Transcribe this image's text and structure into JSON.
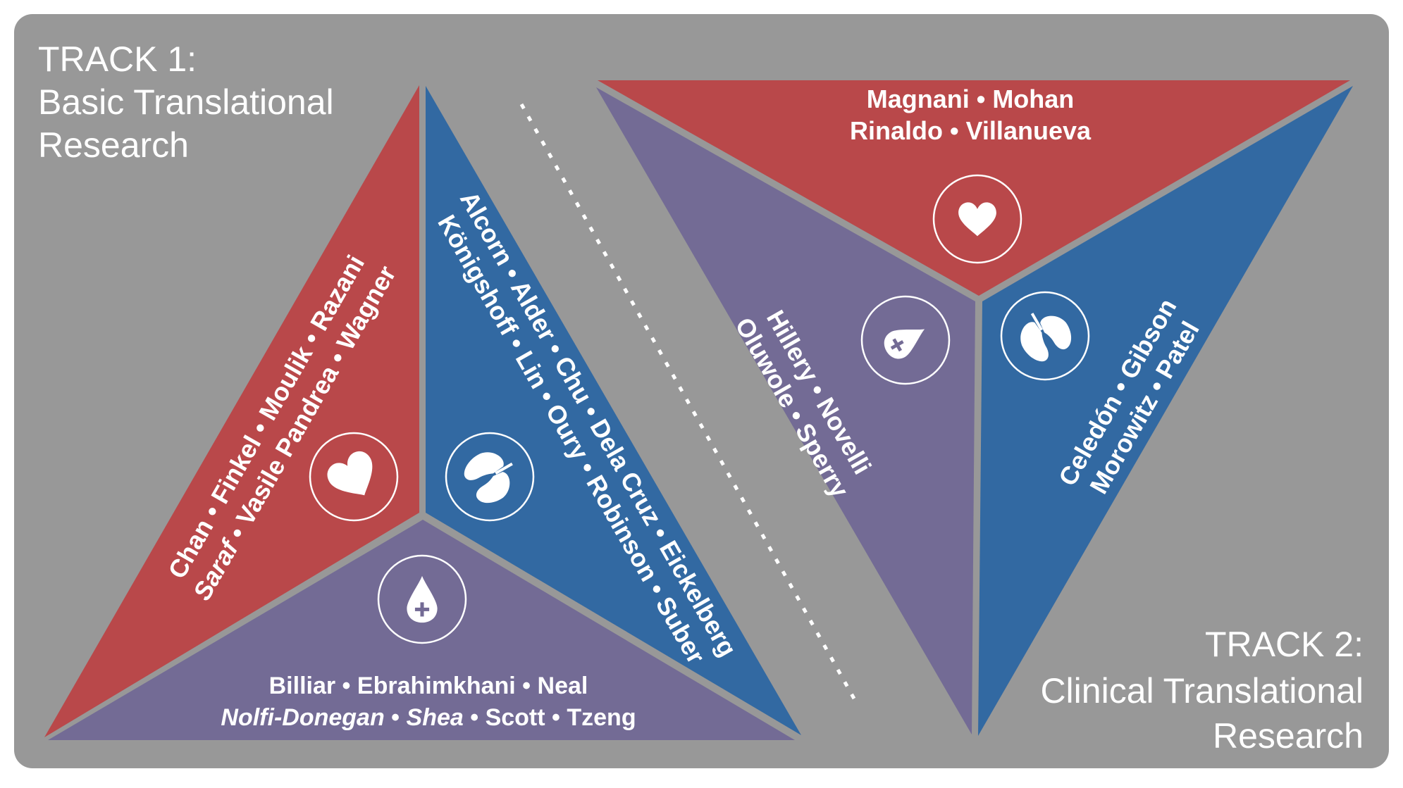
{
  "colors": {
    "background_panel": "#989898",
    "cardiovascular_red": "#B9484A",
    "pulmonary_blue": "#3269A2",
    "hematology_purple": "#736B95",
    "text_white": "#FFFFFF"
  },
  "track1": {
    "title_line1": "TRACK 1:",
    "title_line2": "Basic Translational",
    "title_line3": "Research",
    "sections": {
      "cardiovascular": {
        "icon": "heart-icon",
        "line1": [
          {
            "name": "Chan",
            "italic": false
          },
          {
            "name": "Finkel",
            "italic": false
          },
          {
            "name": "Moulik",
            "italic": false
          },
          {
            "name": "Razani",
            "italic": false
          }
        ],
        "line2": [
          {
            "name": "Saraf",
            "italic": true
          },
          {
            "name": "Vasile Pandrea",
            "italic": false
          },
          {
            "name": "Wagner",
            "italic": false
          }
        ],
        "line1_text": "Chan • Finkel • Moulik • Razani",
        "line2_text": "Saraf • Vasile Pandrea • Wagner"
      },
      "pulmonary": {
        "icon": "lungs-icon",
        "line1_text": "Alcorn • Alder • Chu • Dela Cruz • Eickelberg",
        "line2_text": "Königshoff • Lin • Oury • Robinson • Suber"
      },
      "hematology": {
        "icon": "blood-drop-plus-icon",
        "line1_text": "Billiar • Ebrahimkhani • Neal",
        "line2_parts": [
          "Nolfi-Donegan",
          " • ",
          "Shea",
          " • Scott • Tzeng"
        ]
      }
    }
  },
  "track2": {
    "title_line1": "TRACK 2:",
    "title_line2": "Clinical Translational",
    "title_line3": "Research",
    "sections": {
      "cardiovascular": {
        "icon": "heart-icon",
        "line1_text": "Magnani • Mohan",
        "line2_text": "Rinaldo • Villanueva"
      },
      "hematology": {
        "icon": "blood-drop-plus-icon",
        "line1_text": "Hillery • Novelli",
        "line2_text": "Oluwole • Sperry"
      },
      "pulmonary": {
        "icon": "lungs-icon",
        "line1_text": "Celedón • Gibson",
        "line2_text": "Morowitz • Patel"
      }
    }
  }
}
